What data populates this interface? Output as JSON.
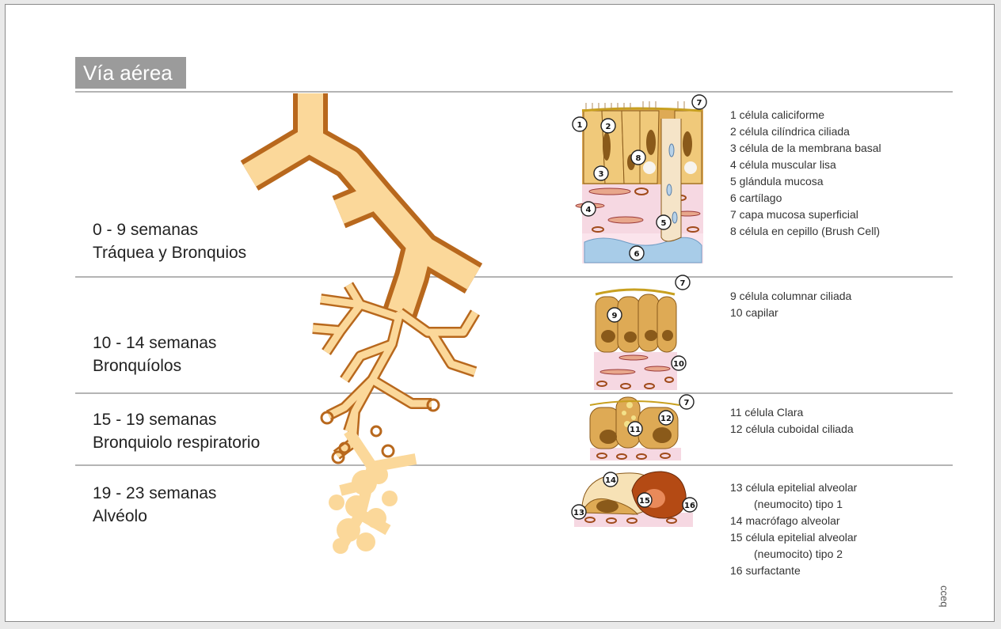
{
  "header": {
    "title": "Vía aérea"
  },
  "stages": [
    {
      "weeks": "0 - 9 semanas",
      "structure": "Tráquea y Bronquios"
    },
    {
      "weeks": "10 - 14 semanas",
      "structure": "Bronquíolos"
    },
    {
      "weeks": "15 - 19 semanas",
      "structure": "Bronquiolo respiratorio"
    },
    {
      "weeks": "19 - 23 semanas",
      "structure": "Alvéolo"
    }
  ],
  "legends": [
    [
      "1 célula caliciforme",
      "2 célula cilíndrica ciliada",
      "3 célula de la membrana basal",
      "4 célula muscular lisa",
      "5 glándula mucosa",
      "6 cartílago",
      "7 capa mucosa superficial",
      "8 célula en cepillo (Brush Cell)"
    ],
    [
      "9 célula columnar ciliada",
      "10 capilar"
    ],
    [
      "11 célula Clara",
      "12 célula cuboidal ciliada"
    ],
    [
      "13 célula epitelial alveolar",
      "(neumocito) tipo 1",
      "14 macrófago alveolar",
      "15 célula epitelial alveolar",
      "(neumocito) tipo 2",
      "16 surfactante"
    ]
  ],
  "markers": [
    "1",
    "2",
    "3",
    "4",
    "5",
    "6",
    "7",
    "8",
    "9",
    "10",
    "11",
    "12",
    "13",
    "14",
    "15",
    "16"
  ],
  "credit": "cceq",
  "colors": {
    "tube": "#fbd89a",
    "tube_edge": "#b8681d",
    "cell": "#deaa55",
    "nucleus": "#8a5a1a",
    "connective": "#f6d8e2",
    "cartilage": "#a8cce8",
    "type2": "#b44a14"
  }
}
